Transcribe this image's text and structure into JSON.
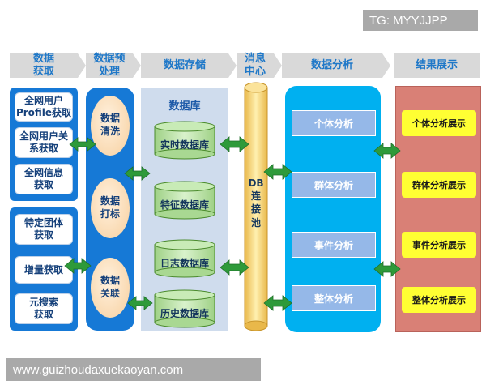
{
  "overlay": {
    "top_tag": "TG: MYYJJPP",
    "bottom_url": "www.guizhoudaxuekaoyan.com"
  },
  "stages": [
    {
      "line1": "数据",
      "line2": "获取"
    },
    {
      "line1": "数据预",
      "line2": "处理"
    },
    {
      "line1": "数据存储",
      "line2": ""
    },
    {
      "line1": "消息",
      "line2": "中心"
    },
    {
      "line1": "数据分析",
      "line2": ""
    },
    {
      "line1": "结果展示",
      "line2": ""
    }
  ],
  "acquisition": {
    "group1": [
      {
        "line1": "全网用户",
        "line2": "Profile获取"
      },
      {
        "line1": "全网用户关",
        "line2": "系获取"
      },
      {
        "line1": "全网信息",
        "line2": "获取"
      }
    ],
    "group2": [
      {
        "line1": "特定团体",
        "line2": "获取"
      },
      {
        "line1": "增量获取",
        "line2": ""
      },
      {
        "line1": "元搜索",
        "line2": "获取"
      }
    ]
  },
  "preprocess": [
    {
      "line1": "数据",
      "line2": "清洗"
    },
    {
      "line1": "数据",
      "line2": "打标"
    },
    {
      "line1": "数据",
      "line2": "关联"
    }
  ],
  "storage": {
    "title": "数据库",
    "databases": [
      "实时数据库",
      "特征数据库",
      "日志数据库",
      "历史数据库"
    ]
  },
  "message_center": {
    "line1": "DB",
    "line2": "连",
    "line3": "接",
    "line4": "池"
  },
  "analysis": [
    "个体分析",
    "群体分析",
    "事件分析",
    "整体分析"
  ],
  "results": [
    "个体分析展示",
    "群体分析展示",
    "事件分析展示",
    "整体分析展示"
  ],
  "colors": {
    "header_bg": "#d9d9d9",
    "header_text": "#1f78c8",
    "acquisition_panel": "#1679d6",
    "preprocess_ellipse": "#f7cf9e",
    "storage_panel": "#cfdced",
    "cylinder": "#b7e3a3",
    "pipe": "#f5d77a",
    "analysis_panel": "#00b0f0",
    "analysis_box": "#95b8e8",
    "result_panel": "#d98076",
    "result_box": "#ffff33",
    "arrow": "#2e9a3a"
  }
}
